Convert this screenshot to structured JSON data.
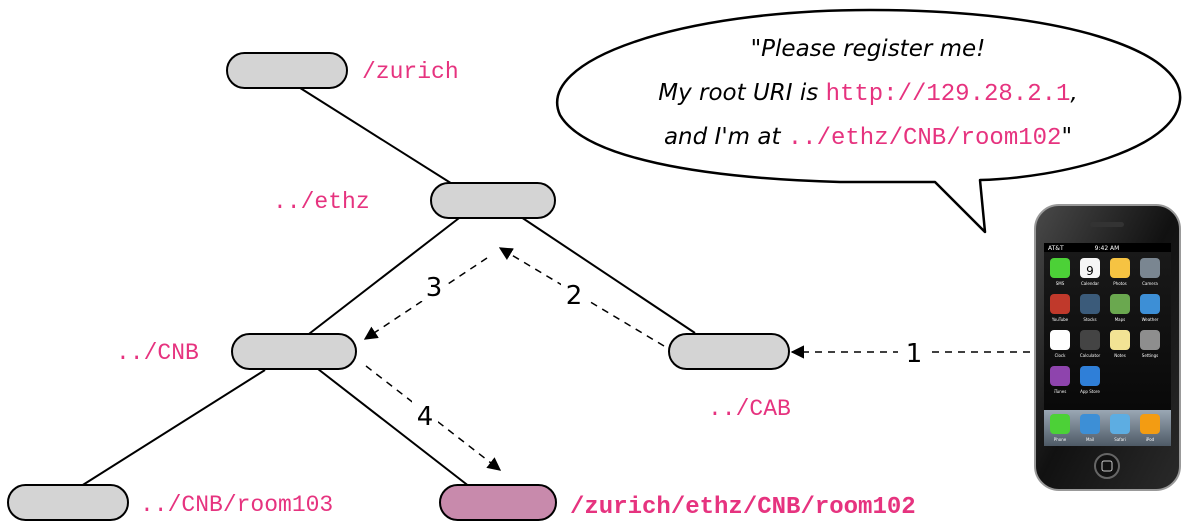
{
  "colors": {
    "uri_text": "#e6337f",
    "node_fill": "#d4d4d4",
    "node_highlight_fill": "#c88aac",
    "line": "#000000"
  },
  "nodes": {
    "zurich": "/zurich",
    "ethz": "../ethz",
    "cnb": "../CNB",
    "cab": "../CAB",
    "room103": "../CNB/room103",
    "room102": "/zurich/ethz/CNB/room102"
  },
  "steps": [
    "1",
    "2",
    "3",
    "4"
  ],
  "bubble": {
    "line1": "\"Please register me!",
    "line2_prefix": "My root URI is ",
    "line2_uri": "http://129.28.2.1",
    "line2_suffix": ",",
    "line3_prefix": "and I'm at ",
    "line3_uri": "../ethz/CNB/room102",
    "line3_suffix": "\""
  },
  "phone": {
    "carrier": "AT&T",
    "time": "9:42 AM",
    "calendar_day": "9",
    "apps": [
      "SMS",
      "Calendar",
      "Photos",
      "Camera",
      "YouTube",
      "Stocks",
      "Maps",
      "Weather",
      "Clock",
      "Calculator",
      "Notes",
      "Settings",
      "iTunes",
      "App Store"
    ],
    "dock": [
      "Phone",
      "Mail",
      "Safari",
      "iPod"
    ]
  }
}
